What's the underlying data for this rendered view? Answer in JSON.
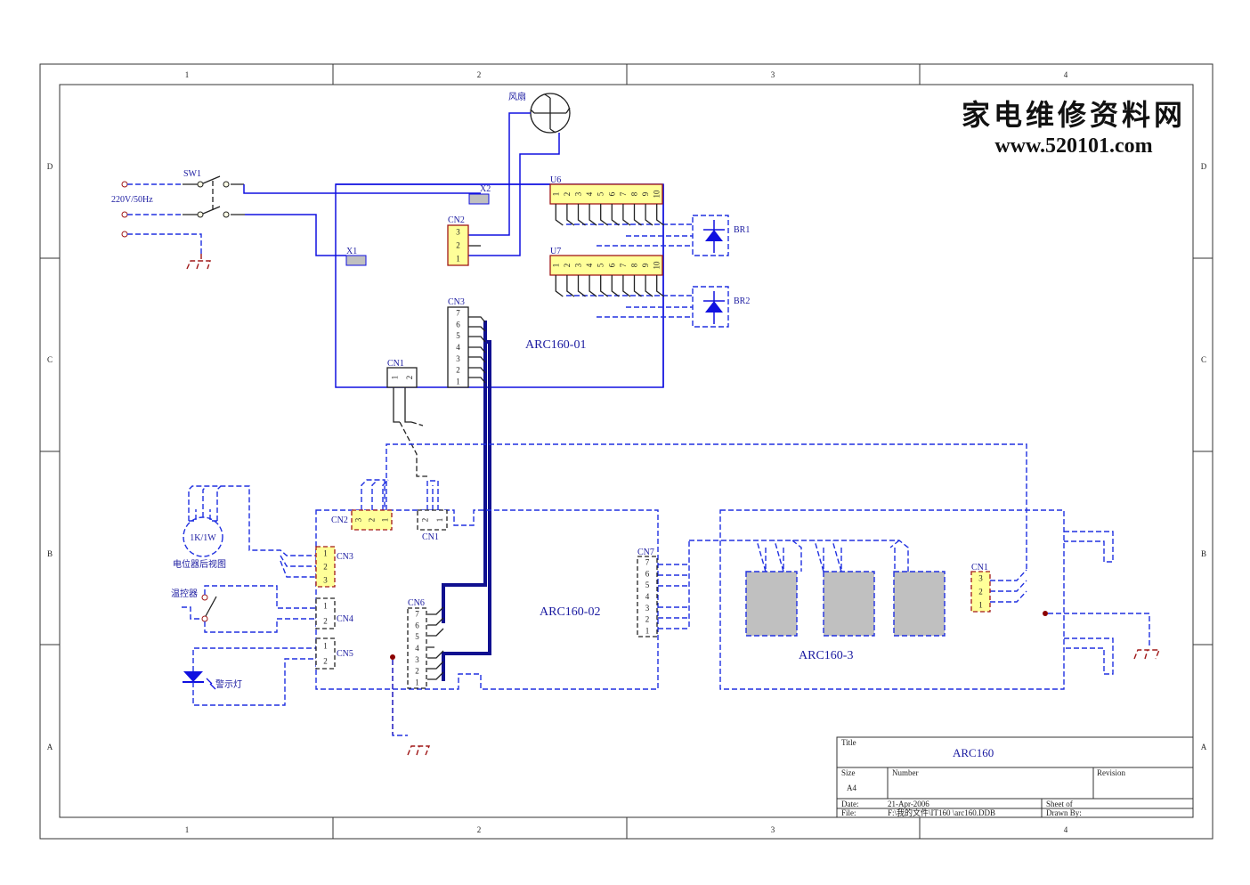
{
  "frame": {
    "columns": [
      "1",
      "2",
      "3",
      "4"
    ],
    "rows": [
      "D",
      "C",
      "B",
      "A"
    ]
  },
  "logo": {
    "line1": "家电维修资料网",
    "line2": "www.520101.com"
  },
  "power": {
    "switch_label": "SW1",
    "supply_label": "220V/50Hz"
  },
  "fan": {
    "label": "风扇"
  },
  "board1": {
    "name": "ARC160-01",
    "x1": "X1",
    "x2": "X2",
    "cn2": {
      "label": "CN2",
      "pins": [
        "3",
        "2",
        "1"
      ]
    },
    "cn3": {
      "label": "CN3",
      "pins": [
        "7",
        "6",
        "5",
        "4",
        "3",
        "2",
        "1"
      ]
    },
    "cn1": {
      "label": "CN1",
      "pins": [
        "1",
        "2"
      ]
    },
    "u6": {
      "label": "U6",
      "pins": [
        "1",
        "2",
        "3",
        "4",
        "5",
        "6",
        "7",
        "8",
        "9",
        "10"
      ]
    },
    "u7": {
      "label": "U7",
      "pins": [
        "1",
        "2",
        "3",
        "4",
        "5",
        "6",
        "7",
        "8",
        "9",
        "10"
      ]
    },
    "br1": "BR1",
    "br2": "BR2"
  },
  "board2": {
    "name": "ARC160-02",
    "cn2": {
      "label": "CN2",
      "pins": [
        "3",
        "2",
        "1"
      ]
    },
    "cn1": {
      "label": "CN1",
      "pins": [
        "2",
        "1"
      ]
    },
    "cn3": {
      "label": "CN3",
      "pins": [
        "1",
        "2",
        "3"
      ]
    },
    "cn4": {
      "label": "CN4",
      "pins": [
        "1",
        "2"
      ]
    },
    "cn5": {
      "label": "CN5",
      "pins": [
        "1",
        "2"
      ]
    },
    "cn6": {
      "label": "CN6",
      "pins": [
        "7",
        "6",
        "5",
        "4",
        "3",
        "2",
        "1"
      ]
    },
    "cn7": {
      "label": "CN7",
      "pins": [
        "7",
        "6",
        "5",
        "4",
        "3",
        "2",
        "1"
      ]
    }
  },
  "board3": {
    "name": "ARC160-3",
    "cn1": {
      "label": "CN1",
      "pins": [
        "3",
        "2",
        "1"
      ]
    }
  },
  "peripherals": {
    "pot_value": "1K/1W",
    "pot_label": "电位器后视图",
    "thermostat_label": "温控器",
    "lamp_label": "警示灯"
  },
  "title_block": {
    "title_label": "Title",
    "title": "ARC160",
    "size_label": "Size",
    "size": "A4",
    "number_label": "Number",
    "revision_label": "Revision",
    "date_label": "Date:",
    "date": "21-Apr-2006",
    "file_label": "File:",
    "file": "F:\\我的文件\\IT160 \\arc160.DDB",
    "sheet_label": "Sheet    of",
    "drawn_label": "Drawn By:"
  },
  "colors": {
    "paper": "#ffffe6",
    "wire": "#1010e0",
    "connector": "#ffff99",
    "connector_border": "#a01818"
  }
}
